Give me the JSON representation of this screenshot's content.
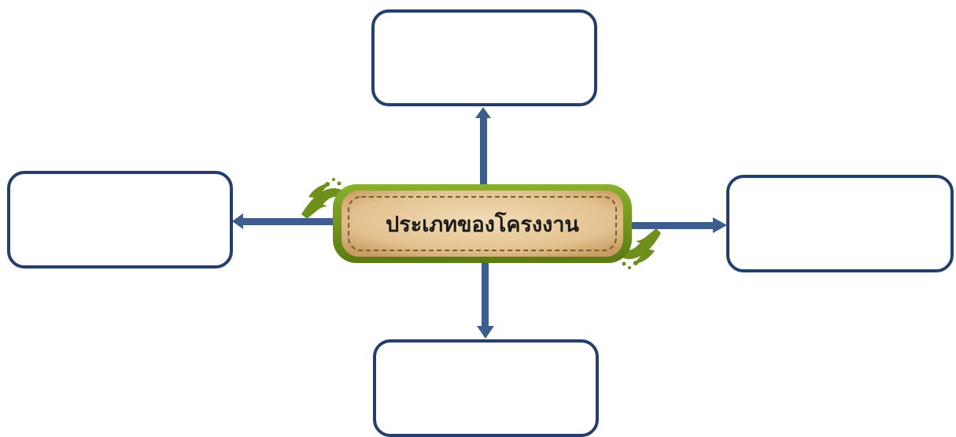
{
  "diagram": {
    "center": {
      "label": "ประเภทของโครงงาน"
    },
    "branches": [
      {
        "position": "top"
      },
      {
        "position": "left"
      },
      {
        "position": "right"
      },
      {
        "position": "bottom"
      }
    ],
    "colors": {
      "box_border": "#233f6b",
      "arrow": "#3d5e8c",
      "center_frame": "#6e8f1c",
      "center_fill": "#e7c99a",
      "center_stitch": "#7a5a34"
    }
  }
}
